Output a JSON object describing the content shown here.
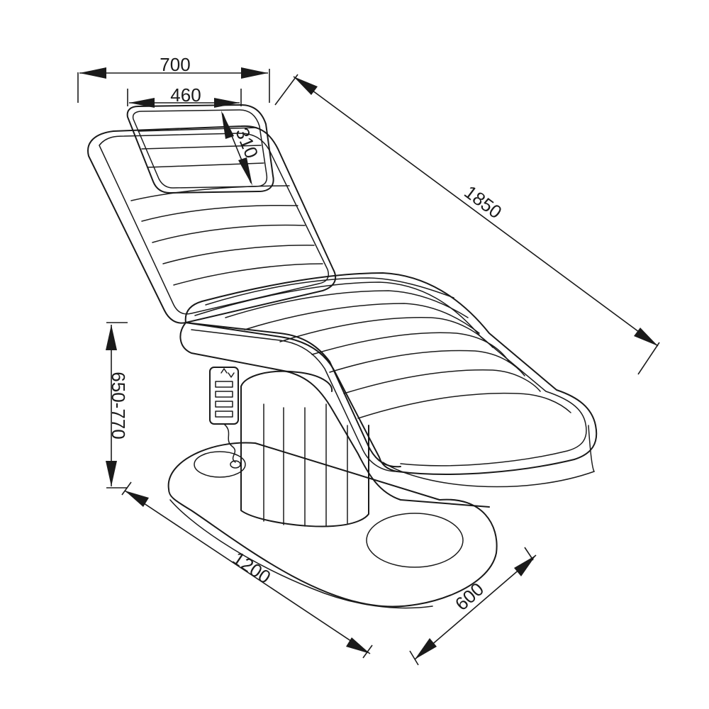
{
  "dimensions": {
    "top_width": "700",
    "pillow_width": "460",
    "pillow_depth": "310",
    "overall_length": "1850",
    "height_range": "650-770",
    "base_length": "1200",
    "base_width": "600"
  },
  "colors": {
    "line": "#1a1a1a",
    "background": "#ffffff"
  }
}
